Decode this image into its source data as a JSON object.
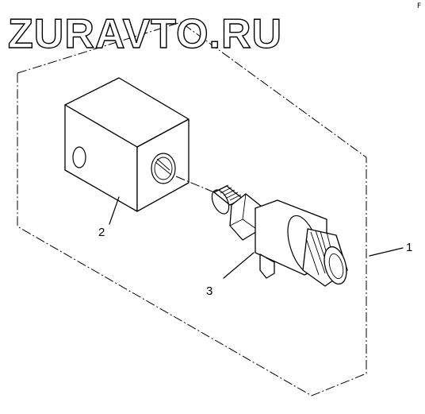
{
  "watermark": {
    "text": "ZURAVTO.RU"
  },
  "corner_mark": "F",
  "callouts": [
    {
      "label": "1",
      "part": "assembly"
    },
    {
      "label": "2",
      "part": "block"
    },
    {
      "label": "3",
      "part": "switch"
    }
  ]
}
